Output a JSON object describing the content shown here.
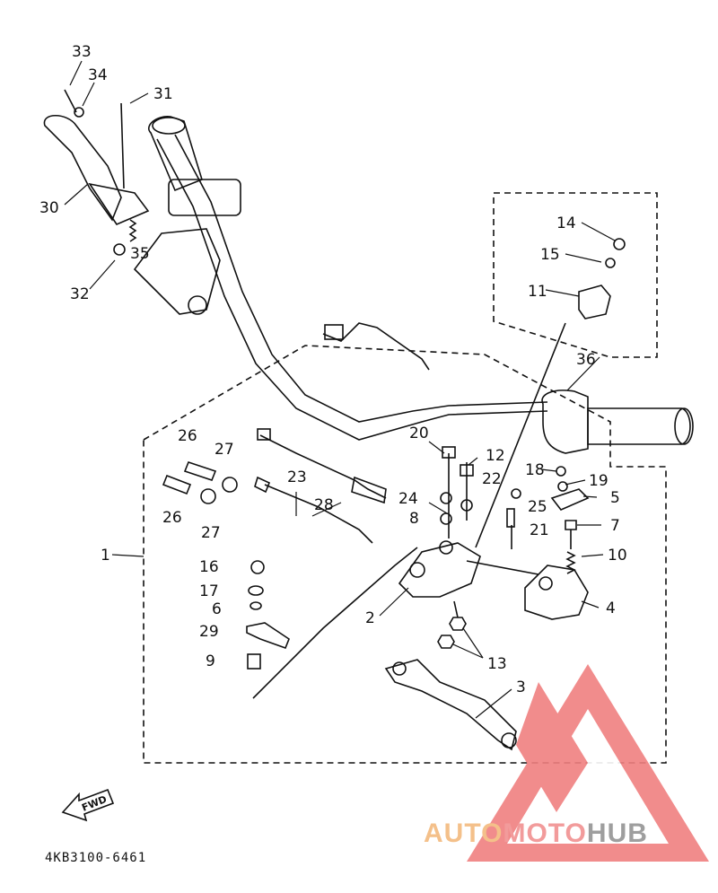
{
  "callouts": {
    "n1": "1",
    "n2": "2",
    "n3": "3",
    "n4": "4",
    "n5": "5",
    "n6": "6",
    "n7": "7",
    "n8": "8",
    "n9": "9",
    "n10": "10",
    "n11": "11",
    "n12": "12",
    "n13": "13",
    "n14": "14",
    "n15": "15",
    "n16": "16",
    "n17": "17",
    "n18": "18",
    "n19": "19",
    "n20": "20",
    "n21": "21",
    "n22": "22",
    "n23": "23",
    "n24": "24",
    "n25": "25",
    "n26a": "26",
    "n26b": "26",
    "n27a": "27",
    "n27b": "27",
    "n28": "28",
    "n29": "29",
    "n30": "30",
    "n31": "31",
    "n32": "32",
    "n33": "33",
    "n34": "34",
    "n35": "35",
    "n36": "36"
  },
  "part_number": "4KB3100-6461",
  "fwd_label": "FWD",
  "watermark": {
    "auto": "AUTO",
    "moto": "MOTO",
    "hub": "HUB"
  },
  "colors": {
    "line": "#111111",
    "watermark_red": "#f08080",
    "watermark_orange": "#f4c08a",
    "watermark_gray": "#9e9e9e"
  }
}
